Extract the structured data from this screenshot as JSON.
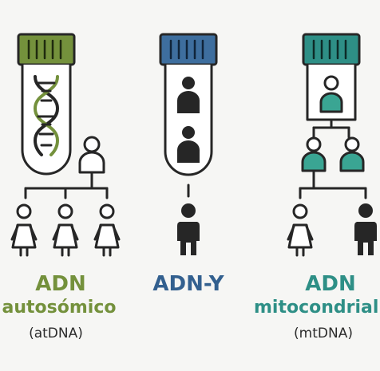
{
  "colors": {
    "outline": "#262626",
    "autosomal": "#74913c",
    "ychrom": "#3e6e9e",
    "mito": "#2e8f86",
    "mito_light": "#3aa593",
    "ychrom_label": "#33608f",
    "background": "#f6f6f4"
  },
  "panels": [
    {
      "title": "ADN",
      "subtitle": "autosómico",
      "abbr": "(atDNA)",
      "vial_icon": "dna-helix-icon",
      "vial_cap_color": "#74913c"
    },
    {
      "title": "ADN-Y",
      "subtitle": "",
      "abbr": "",
      "vial_icon": "male-figures-icon",
      "vial_cap_color": "#3e6e9e"
    },
    {
      "title": "ADN",
      "subtitle": "mitocondrial",
      "abbr": "(mtDNA)",
      "vial_icon": "female-figure-icon",
      "vial_cap_color": "#2e8f86"
    }
  ]
}
